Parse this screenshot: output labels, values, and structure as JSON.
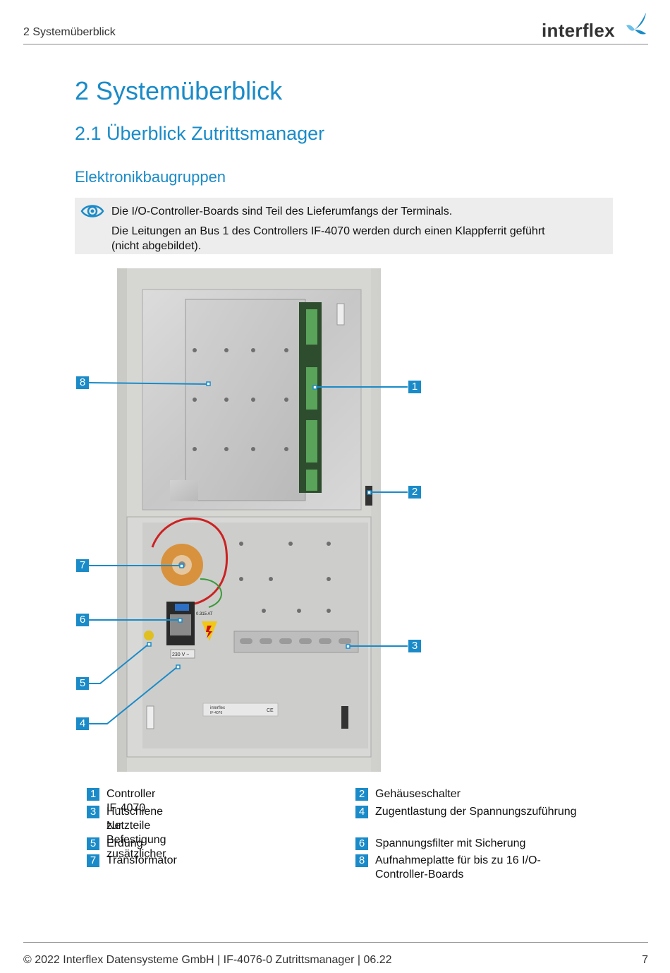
{
  "header": {
    "section": "2 Systemüberblick",
    "logo_text": "interflex"
  },
  "title": "2 Systemüberblick",
  "subtitle": "2.1 Überblick Zutrittsmanager",
  "section_heading": "Elektronikbaugruppen",
  "note": {
    "icon": "eye-icon",
    "line1": "Die I/O-Controller-Boards sind Teil des Lieferumfangs der Terminals.",
    "line2": "Die Leitungen an Bus 1 des Controllers IF-4070 werden durch einen Klappferrit geführt",
    "line3": "(nicht abgebildet)."
  },
  "photo": {
    "label_fuse": "0.315 AT",
    "label_voltage": "230 V ~",
    "label_brand": "interflex",
    "label_model": "IF-4076",
    "label_ce": "CE"
  },
  "callouts": [
    "1",
    "2",
    "3",
    "4",
    "5",
    "6",
    "7",
    "8"
  ],
  "legend": [
    {
      "num": "1",
      "text": "Controller IF-4070"
    },
    {
      "num": "2",
      "text": "Gehäuseschalter"
    },
    {
      "num": "3",
      "text": "Hutschiene zur Befestigung zusätzlicher",
      "text2": "Netzteile"
    },
    {
      "num": "4",
      "text": "Zugentlastung der Spannungszuführung"
    },
    {
      "num": "5",
      "text": "Erdung"
    },
    {
      "num": "6",
      "text": "Spannungsfilter mit Sicherung"
    },
    {
      "num": "7",
      "text": "Transformator"
    },
    {
      "num": "8",
      "text": "Aufnahmeplatte für bis zu 16 I/O-",
      "text2": "Controller-Boards"
    }
  ],
  "footer": {
    "text": "© 2022 Interflex Datensysteme GmbH | IF-4076-0 Zutrittsmanager | 06.22",
    "page": "7"
  },
  "colors": {
    "accent": "#1a8bc8"
  }
}
